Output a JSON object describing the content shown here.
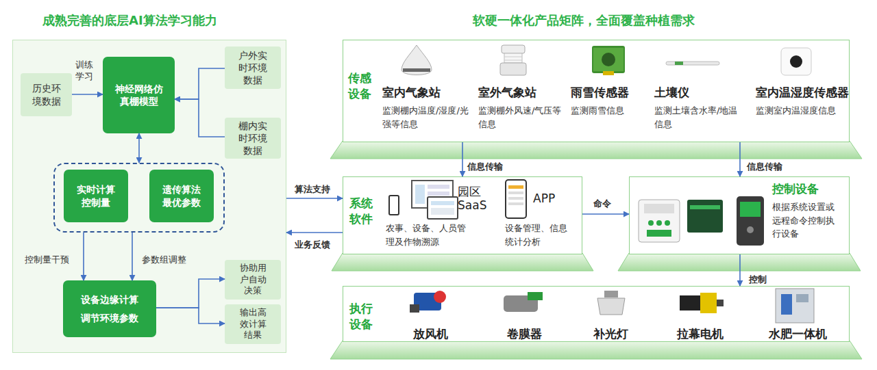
{
  "diagram": {
    "nodes": [
      {
        "text": [
          "成熟完善的底层AI算法学习能力"
        ]
      },
      {
        "text": [
          "历史环境数据"
        ],
        "in": 0
      },
      {
        "text": [
          "神经网络仿真棚模型"
        ],
        "in": 0
      },
      {
        "text": [
          "户外实时环境数据"
        ],
        "in": 0
      },
      {
        "text": [
          "棚内实时环境数据"
        ],
        "in": 0
      },
      {
        "text": [],
        "in": 0
      },
      {
        "text": [
          "实时计算控制量"
        ],
        "in": 5
      },
      {
        "text": [
          "遗传算法最优参数"
        ],
        "in": 5
      },
      {
        "text": [
          "设备边缘计算 调节环境参数"
        ],
        "in": 0
      },
      {
        "text": [
          "协助用户自动决策"
        ],
        "in": 0
      },
      {
        "text": [
          "输出高效计算结果"
        ],
        "in": 0
      },
      {
        "text": [
          "传感设备"
        ]
      },
      {
        "text": [
          "系统软件"
        ]
      },
      {
        "text": [
          "控制设备",
          "根据系统设置或远程命令控制执行设备"
        ]
      },
      {
        "text": [
          "执行设备"
        ]
      }
    ],
    "edges": [
      {
        "from": 1,
        "to": 2,
        "arrow": "to",
        "label": "训练学习"
      },
      {
        "from": 3,
        "to": 2,
        "arrow": "to"
      },
      {
        "from": 4,
        "to": 2,
        "arrow": "to"
      },
      {
        "from": 2,
        "to": 5,
        "arrow": "both"
      },
      {
        "from": 5,
        "to": 8,
        "arrow": "to",
        "label": "控制量干预"
      },
      {
        "from": 5,
        "to": 8,
        "arrow": "to",
        "label": "参数组调整"
      },
      {
        "from": 8,
        "to": 9,
        "arrow": "to"
      },
      {
        "from": 8,
        "to": 10,
        "arrow": "to"
      },
      {
        "from": 0,
        "to": 12,
        "arrow": "to",
        "label": "算法支持"
      },
      {
        "from": 12,
        "to": 0,
        "arrow": "to",
        "label": "业务反馈"
      },
      {
        "from": 11,
        "to": 12,
        "arrow": "to",
        "label": "信息传输"
      },
      {
        "from": 11,
        "to": 13,
        "arrow": "to",
        "label": "信息传输"
      },
      {
        "from": 12,
        "to": 13,
        "arrow": "to",
        "label": "命令"
      },
      {
        "from": 13,
        "to": 14,
        "arrow": "to",
        "label": "控制"
      }
    ],
    "labels": [
      "软硬一体化产品矩阵，全面覆盖种植需求",
      "室内气象站",
      "监测棚内温度/湿度/光强等信息",
      "室外气象站",
      "监测棚外风速/气压等信息",
      "雨雪传感器",
      "监测雨雪信息",
      "土壤仪",
      "监测土壤含水率/地温信息",
      "室内温湿度传感器",
      "监测室内温湿度信息",
      "园区 SaaS",
      "农事、设备、人员管理及作物溯源",
      "APP",
      "设备管理、信息统计分析",
      "放风机",
      "卷膜器",
      "补光灯",
      "拉幕电机",
      "水肥一体机"
    ]
  }
}
